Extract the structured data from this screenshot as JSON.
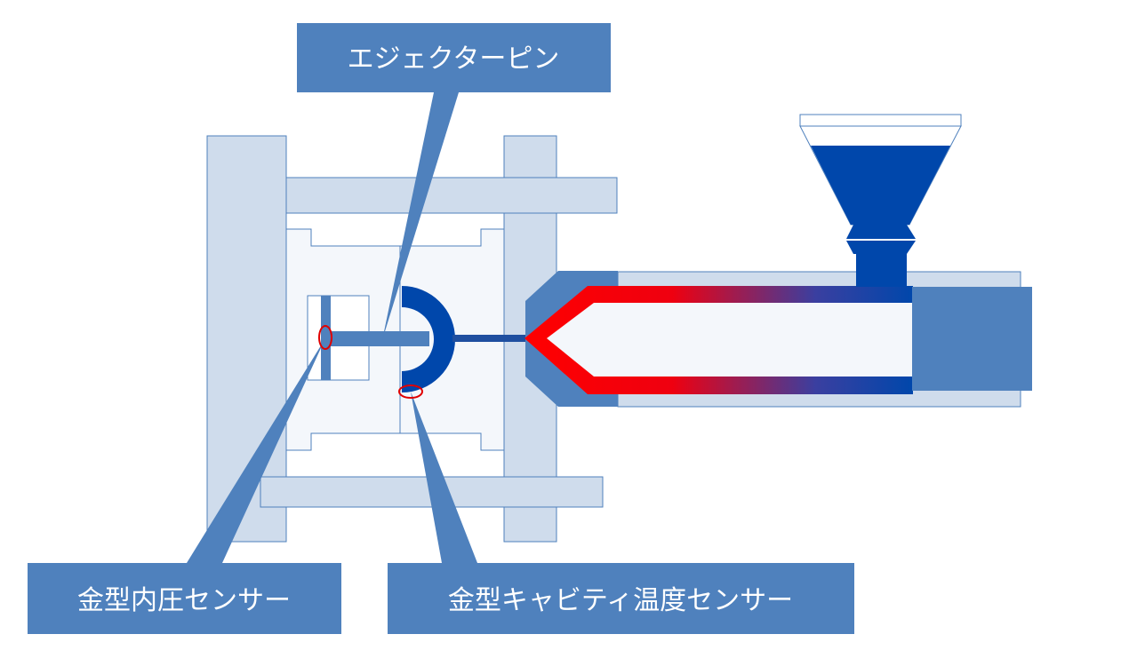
{
  "labels": {
    "ejector_pin": "エジェクターピン",
    "pressure_sensor": "金型内圧センサー",
    "temperature_sensor": "金型キャビティ温度センサー"
  },
  "colors": {
    "frame_fill": "#cfdcec",
    "frame_stroke": "#4f81bd",
    "mold_fill": "#f4f7fb",
    "callout_fill": "#4f81bd",
    "resin_blue": "#0047ab",
    "hot_red": "#ff0000",
    "sensor_ring": "#e00000",
    "barrel_end": "#4f81bd"
  },
  "icons": {
    "pressure_sensor_marker": "red-ellipse",
    "temperature_sensor_marker": "red-ellipse"
  }
}
